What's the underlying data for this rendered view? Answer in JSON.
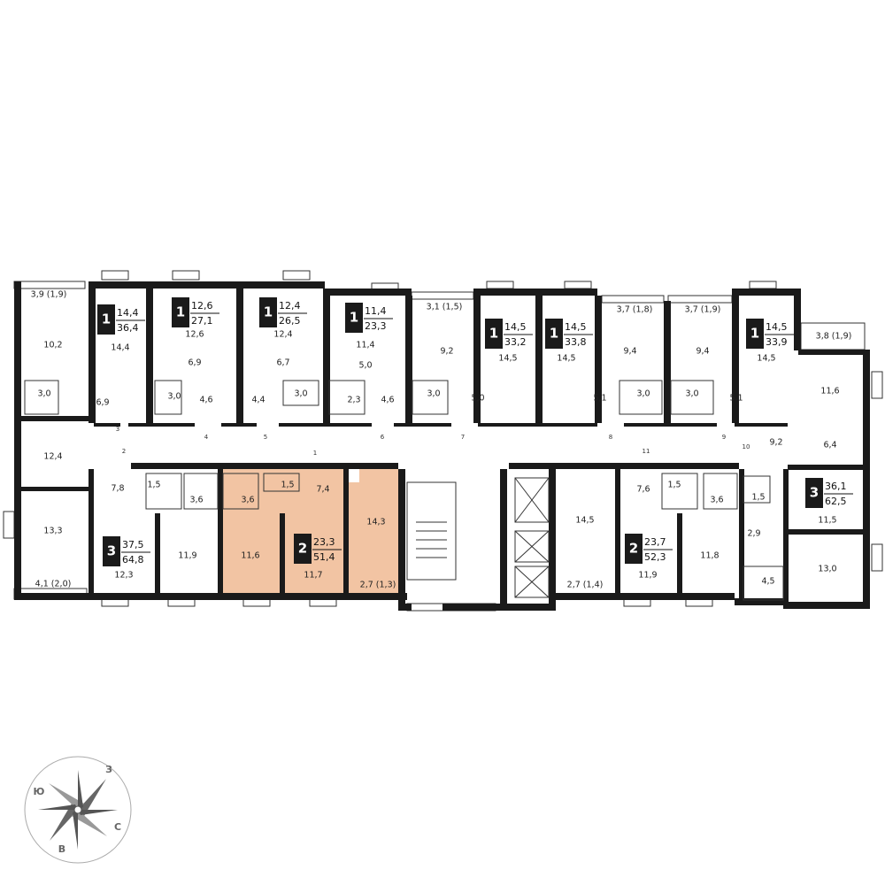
{
  "colors": {
    "highlight": "#f2c4a3",
    "wall": "#1a1a1a",
    "badge": "#1a1a1a"
  },
  "badges": [
    {
      "id": "a1",
      "rooms": "1",
      "living": "14,4",
      "total": "36,4"
    },
    {
      "id": "a2",
      "rooms": "1",
      "living": "12,6",
      "total": "27,1"
    },
    {
      "id": "a3",
      "rooms": "1",
      "living": "12,4",
      "total": "26,5"
    },
    {
      "id": "a4",
      "rooms": "1",
      "living": "11,4",
      "total": "23,3"
    },
    {
      "id": "a5",
      "rooms": "1",
      "living": "14,5",
      "total": "33,2"
    },
    {
      "id": "a6",
      "rooms": "1",
      "living": "14,5",
      "total": "33,8"
    },
    {
      "id": "a7",
      "rooms": "1",
      "living": "14,5",
      "total": "33,9"
    },
    {
      "id": "a8",
      "rooms": "3",
      "living": "36,1",
      "total": "62,5"
    },
    {
      "id": "a9",
      "rooms": "3",
      "living": "37,5",
      "total": "64,8"
    },
    {
      "id": "a10",
      "rooms": "2",
      "living": "23,3",
      "total": "51,4"
    },
    {
      "id": "a11",
      "rooms": "2",
      "living": "23,7",
      "total": "52,3"
    }
  ],
  "rooms": [
    "3,9 (1,9)",
    "10,2",
    "3,0",
    "12,4",
    "13,3",
    "4,1 (2,0)",
    "14,4",
    "6,9",
    "12,6",
    "6,9",
    "3,0",
    "4,6",
    "12,4",
    "6,7",
    "4,4",
    "3,0",
    "11,4",
    "5,0",
    "2,3",
    "4,6",
    "3,1 (1,5)",
    "9,2",
    "3,0",
    "5,0",
    "14,5",
    "14,5",
    "3,7 (1,8)",
    "9,4",
    "5,1",
    "3,0",
    "3,7 (1,9)",
    "9,4",
    "3,0",
    "5,1",
    "14,5",
    "3,8 (1,9)",
    "11,6",
    "9,2",
    "6,4",
    "11,5",
    "13,0",
    "1,5",
    "2,9",
    "4,5",
    "7,8",
    "1,5",
    "3,6",
    "12,3",
    "11,9",
    "3,6",
    "1,5",
    "11,6",
    "7,4",
    "11,7",
    "14,3",
    "2,7 (1,3)",
    "14,5",
    "2,7 (1,4)",
    "7,6",
    "1,5",
    "3,6",
    "11,9",
    "11,8"
  ],
  "doors": [
    "1",
    "2",
    "3",
    "4",
    "5",
    "6",
    "7",
    "8",
    "9",
    "10",
    "11"
  ],
  "compass": {
    "north": "З",
    "south": "С",
    "east": "В",
    "west": "Ю"
  }
}
